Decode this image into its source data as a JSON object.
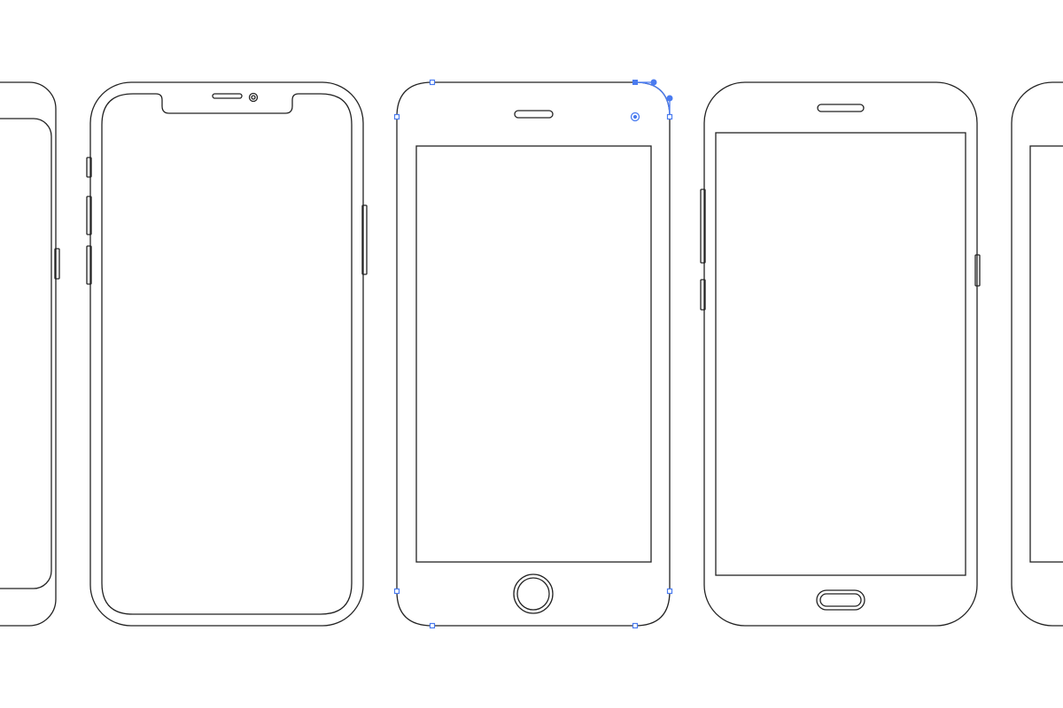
{
  "canvas": {
    "background": "#ffffff"
  },
  "colors": {
    "outline": "#222222",
    "selection": "#4a7bf0"
  },
  "phones": [
    {
      "model": "partial-left-phone",
      "selected": false
    },
    {
      "model": "notch-phone",
      "selected": false
    },
    {
      "model": "home-button-phone",
      "selected": true
    },
    {
      "model": "android-phone",
      "selected": false
    },
    {
      "model": "partial-right-phone",
      "selected": false
    }
  ]
}
